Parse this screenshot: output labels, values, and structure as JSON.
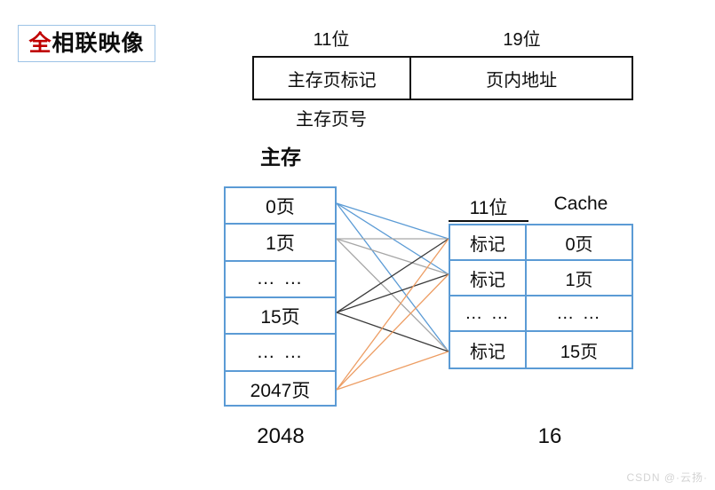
{
  "slide": {
    "title_prefix": "全",
    "title_rest": "相联映像",
    "title_full": "全相联映像",
    "accent_red": "#c00000",
    "accent_blue": "#5b9bd5",
    "line_colors": {
      "blue": "#5b9bd5",
      "gray": "#a6a6a6",
      "black": "#3a3a3a",
      "orange": "#ed9d63"
    }
  },
  "address_format": {
    "bits_left": "11位",
    "bits_right": "19位",
    "field_left": "主存页标记",
    "field_right": "页内地址",
    "caption": "主存页号"
  },
  "main_memory": {
    "title": "主存",
    "rows": [
      "0页",
      "1页",
      "… …",
      "15页",
      "… …",
      "2047页"
    ],
    "count": "2048"
  },
  "cache": {
    "header_bits": "11位",
    "header_name": "Cache",
    "rows": [
      {
        "tag": "标记",
        "page": "0页"
      },
      {
        "tag": "标记",
        "page": "1页"
      },
      {
        "tag": "… …",
        "page": "… …"
      },
      {
        "tag": "标记",
        "page": "15页"
      }
    ],
    "count": "16"
  },
  "watermark": {
    "text": "CSDN @·云扬·"
  }
}
